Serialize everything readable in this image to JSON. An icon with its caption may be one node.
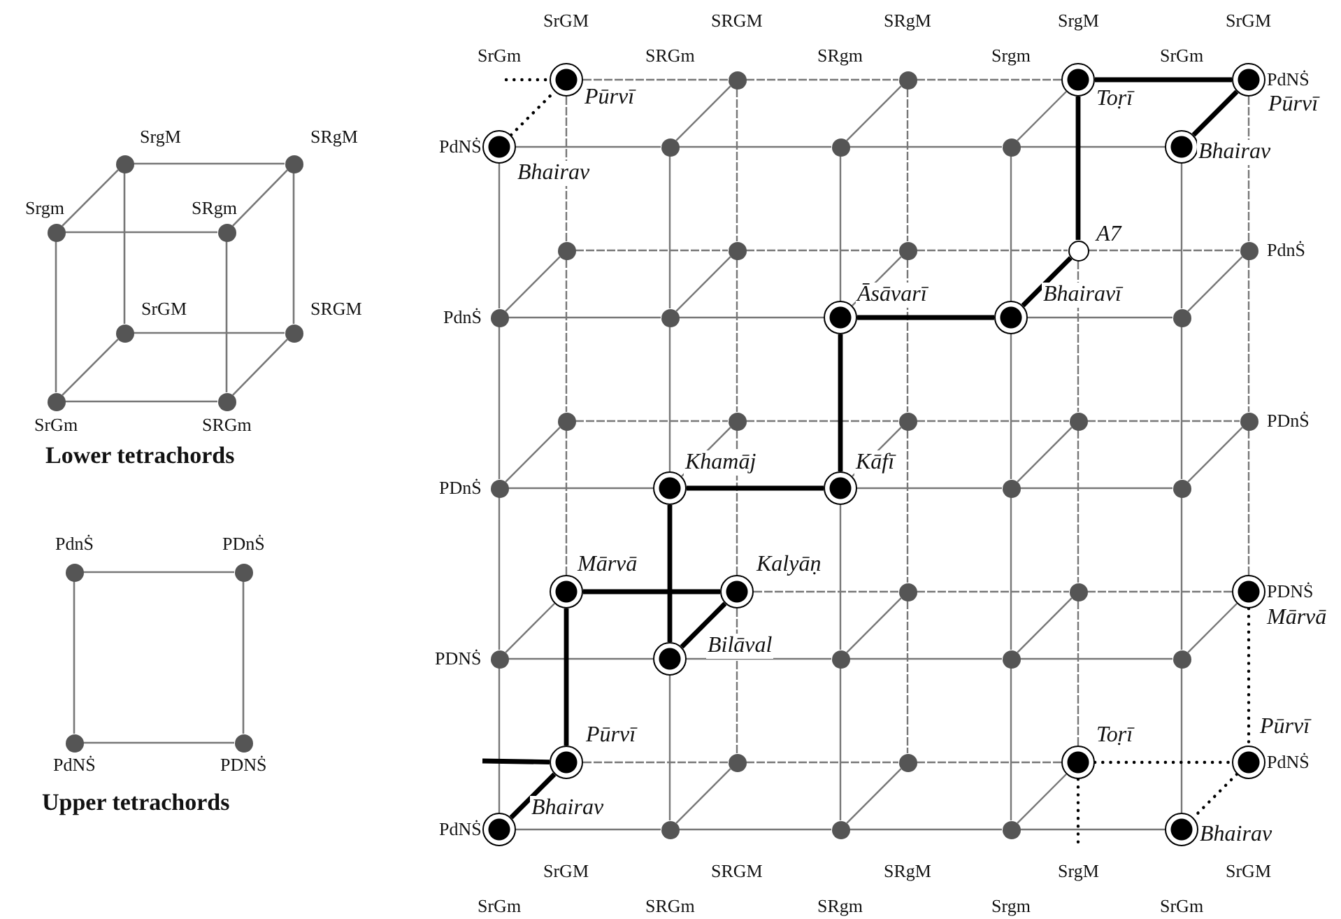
{
  "diagram": {
    "nodes": [
      {
        "text": [],
        "shape": "dot",
        "beside": [
          "SrgM"
        ]
      },
      {
        "text": [],
        "shape": "dot",
        "beside": [
          "SRgM"
        ]
      },
      {
        "text": [],
        "shape": "dot",
        "beside": [
          "Srgm"
        ]
      },
      {
        "text": [],
        "shape": "dot",
        "beside": [
          "SRgm"
        ]
      },
      {
        "text": [],
        "shape": "dot",
        "beside": [
          "SrGM"
        ]
      },
      {
        "text": [],
        "shape": "dot",
        "beside": [
          "SRGM"
        ]
      },
      {
        "text": [],
        "shape": "dot",
        "beside": [
          "SrGm"
        ]
      },
      {
        "text": [],
        "shape": "dot",
        "beside": [
          "SRGm"
        ]
      },
      {
        "text": [],
        "shape": "dot",
        "beside": [
          "PdnṠ"
        ]
      },
      {
        "text": [],
        "shape": "dot",
        "beside": [
          "PDnṠ"
        ]
      },
      {
        "text": [],
        "shape": "dot",
        "beside": [
          "PdNṠ"
        ]
      },
      {
        "text": [],
        "shape": "dot",
        "beside": [
          "PDNṠ"
        ]
      },
      {
        "text": [],
        "shape": "target",
        "beside": [
          "Pūrvī"
        ]
      },
      {
        "text": [],
        "shape": "dot"
      },
      {
        "text": [],
        "shape": "dot"
      },
      {
        "text": [],
        "shape": "target",
        "beside": [
          "Toṛī"
        ]
      },
      {
        "text": [],
        "shape": "target",
        "beside": [
          "Pūrvī"
        ]
      },
      {
        "text": [],
        "shape": "target",
        "beside": [
          "Bhairav"
        ]
      },
      {
        "text": [],
        "shape": "dot"
      },
      {
        "text": [],
        "shape": "dot"
      },
      {
        "text": [],
        "shape": "dot"
      },
      {
        "text": [],
        "shape": "target",
        "beside": [
          "Bhairav"
        ]
      },
      {
        "text": [],
        "shape": "dot"
      },
      {
        "text": [],
        "shape": "dot"
      },
      {
        "text": [],
        "shape": "dot"
      },
      {
        "text": [],
        "shape": "circle",
        "beside": [
          "A7"
        ]
      },
      {
        "text": [],
        "shape": "dot"
      },
      {
        "text": [],
        "shape": "dot"
      },
      {
        "text": [],
        "shape": "dot"
      },
      {
        "text": [],
        "shape": "target",
        "beside": [
          "Āsāvarī"
        ]
      },
      {
        "text": [],
        "shape": "target",
        "beside": [
          "Bhairavī"
        ]
      },
      {
        "text": [],
        "shape": "dot"
      },
      {
        "text": [],
        "shape": "dot"
      },
      {
        "text": [],
        "shape": "dot"
      },
      {
        "text": [],
        "shape": "dot"
      },
      {
        "text": [],
        "shape": "dot"
      },
      {
        "text": [],
        "shape": "dot"
      },
      {
        "text": [],
        "shape": "dot"
      },
      {
        "text": [],
        "shape": "target",
        "beside": [
          "Khamāj"
        ]
      },
      {
        "text": [],
        "shape": "target",
        "beside": [
          "Kāfī"
        ]
      },
      {
        "text": [],
        "shape": "dot"
      },
      {
        "text": [],
        "shape": "dot"
      },
      {
        "text": [],
        "shape": "target",
        "beside": [
          "Mārvā"
        ]
      },
      {
        "text": [],
        "shape": "target",
        "beside": [
          "Kalyāṇ"
        ]
      },
      {
        "text": [],
        "shape": "dot"
      },
      {
        "text": [],
        "shape": "dot"
      },
      {
        "text": [],
        "shape": "target",
        "beside": [
          "Mārvā"
        ]
      },
      {
        "text": [],
        "shape": "dot"
      },
      {
        "text": [],
        "shape": "target",
        "beside": [
          "Bilāval"
        ]
      },
      {
        "text": [],
        "shape": "dot"
      },
      {
        "text": [],
        "shape": "dot"
      },
      {
        "text": [],
        "shape": "dot"
      },
      {
        "text": [],
        "shape": "target",
        "beside": [
          "Pūrvī"
        ]
      },
      {
        "text": [],
        "shape": "dot"
      },
      {
        "text": [],
        "shape": "dot"
      },
      {
        "text": [],
        "shape": "target",
        "beside": [
          "Toṛī"
        ]
      },
      {
        "text": [],
        "shape": "target",
        "beside": [
          "Pūrvī"
        ]
      },
      {
        "text": [],
        "shape": "target",
        "beside": [
          "Bhairav"
        ]
      },
      {
        "text": [],
        "shape": "dot"
      },
      {
        "text": [],
        "shape": "dot"
      },
      {
        "text": [],
        "shape": "dot"
      },
      {
        "text": [],
        "shape": "target",
        "beside": [
          "Bhairav"
        ]
      }
    ],
    "edges": [
      {
        "from": 0,
        "to": 1,
        "arrow": "none"
      },
      {
        "from": 2,
        "to": 3,
        "arrow": "none"
      },
      {
        "from": 0,
        "to": 2,
        "arrow": "none"
      },
      {
        "from": 1,
        "to": 3,
        "arrow": "none"
      },
      {
        "from": 0,
        "to": 4,
        "arrow": "none"
      },
      {
        "from": 1,
        "to": 5,
        "arrow": "none"
      },
      {
        "from": 2,
        "to": 6,
        "arrow": "none"
      },
      {
        "from": 3,
        "to": 7,
        "arrow": "none"
      },
      {
        "from": 4,
        "to": 5,
        "arrow": "none"
      },
      {
        "from": 6,
        "to": 7,
        "arrow": "none"
      },
      {
        "from": 4,
        "to": 6,
        "arrow": "none"
      },
      {
        "from": 5,
        "to": 7,
        "arrow": "none"
      },
      {
        "from": 8,
        "to": 9,
        "arrow": "none"
      },
      {
        "from": 8,
        "to": 10,
        "arrow": "none"
      },
      {
        "from": 9,
        "to": 11,
        "arrow": "none"
      },
      {
        "from": 10,
        "to": 11,
        "arrow": "none"
      },
      {
        "from": 12,
        "to": 13,
        "arrow": "none",
        "style": "dashed"
      },
      {
        "from": 13,
        "to": 14,
        "arrow": "none",
        "style": "dashed"
      },
      {
        "from": 14,
        "to": 15,
        "arrow": "none",
        "style": "dashed"
      },
      {
        "from": 17,
        "to": 18,
        "arrow": "none"
      },
      {
        "from": 18,
        "to": 19,
        "arrow": "none"
      },
      {
        "from": 19,
        "to": 20,
        "arrow": "none"
      },
      {
        "from": 20,
        "to": 21,
        "arrow": "none"
      },
      {
        "from": 18,
        "to": 13,
        "arrow": "none"
      },
      {
        "from": 19,
        "to": 14,
        "arrow": "none"
      },
      {
        "from": 20,
        "to": 15,
        "arrow": "none"
      },
      {
        "from": 12,
        "to": 22,
        "arrow": "none",
        "style": "dashed"
      },
      {
        "from": 13,
        "to": 23,
        "arrow": "none",
        "style": "dashed"
      },
      {
        "from": 14,
        "to": 24,
        "arrow": "none",
        "style": "dashed"
      },
      {
        "from": 16,
        "to": 26,
        "arrow": "none",
        "style": "dashed"
      },
      {
        "from": 17,
        "to": 27,
        "arrow": "none"
      },
      {
        "from": 18,
        "to": 28,
        "arrow": "none"
      },
      {
        "from": 19,
        "to": 29,
        "arrow": "none"
      },
      {
        "from": 20,
        "to": 30,
        "arrow": "none"
      },
      {
        "from": 21,
        "to": 31,
        "arrow": "none"
      },
      {
        "from": 22,
        "to": 23,
        "arrow": "none",
        "style": "dashed"
      },
      {
        "from": 23,
        "to": 24,
        "arrow": "none",
        "style": "dashed"
      },
      {
        "from": 24,
        "to": 25,
        "arrow": "none",
        "style": "dashed"
      },
      {
        "from": 25,
        "to": 26,
        "arrow": "none",
        "style": "dashed"
      },
      {
        "from": 27,
        "to": 28,
        "arrow": "none"
      },
      {
        "from": 28,
        "to": 29,
        "arrow": "none"
      },
      {
        "from": 30,
        "to": 31,
        "arrow": "none"
      },
      {
        "from": 27,
        "to": 22,
        "arrow": "none"
      },
      {
        "from": 28,
        "to": 23,
        "arrow": "none"
      },
      {
        "from": 29,
        "to": 24,
        "arrow": "none"
      },
      {
        "from": 31,
        "to": 26,
        "arrow": "none"
      },
      {
        "from": 22,
        "to": 32,
        "arrow": "none",
        "style": "dashed"
      },
      {
        "from": 23,
        "to": 33,
        "arrow": "none",
        "style": "dashed"
      },
      {
        "from": 24,
        "to": 34,
        "arrow": "none",
        "style": "dashed"
      },
      {
        "from": 25,
        "to": 35,
        "arrow": "none",
        "style": "dashed"
      },
      {
        "from": 26,
        "to": 36,
        "arrow": "none",
        "style": "dashed"
      },
      {
        "from": 27,
        "to": 37,
        "arrow": "none"
      },
      {
        "from": 28,
        "to": 38,
        "arrow": "none"
      },
      {
        "from": 30,
        "to": 40,
        "arrow": "none"
      },
      {
        "from": 31,
        "to": 41,
        "arrow": "none"
      },
      {
        "from": 32,
        "to": 33,
        "arrow": "none",
        "style": "dashed"
      },
      {
        "from": 33,
        "to": 34,
        "arrow": "none",
        "style": "dashed"
      },
      {
        "from": 34,
        "to": 35,
        "arrow": "none",
        "style": "dashed"
      },
      {
        "from": 35,
        "to": 36,
        "arrow": "none",
        "style": "dashed"
      },
      {
        "from": 37,
        "to": 38,
        "arrow": "none"
      },
      {
        "from": 39,
        "to": 40,
        "arrow": "none"
      },
      {
        "from": 40,
        "to": 41,
        "arrow": "none"
      },
      {
        "from": 37,
        "to": 32,
        "arrow": "none"
      },
      {
        "from": 38,
        "to": 33,
        "arrow": "none"
      },
      {
        "from": 39,
        "to": 34,
        "arrow": "none"
      },
      {
        "from": 40,
        "to": 35,
        "arrow": "none"
      },
      {
        "from": 41,
        "to": 36,
        "arrow": "none"
      },
      {
        "from": 32,
        "to": 42,
        "arrow": "none",
        "style": "dashed"
      },
      {
        "from": 33,
        "to": 43,
        "arrow": "none",
        "style": "dashed"
      },
      {
        "from": 34,
        "to": 44,
        "arrow": "none",
        "style": "dashed"
      },
      {
        "from": 35,
        "to": 45,
        "arrow": "none",
        "style": "dashed"
      },
      {
        "from": 36,
        "to": 46,
        "arrow": "none",
        "style": "dashed"
      },
      {
        "from": 37,
        "to": 47,
        "arrow": "none"
      },
      {
        "from": 39,
        "to": 49,
        "arrow": "none"
      },
      {
        "from": 40,
        "to": 50,
        "arrow": "none"
      },
      {
        "from": 41,
        "to": 51,
        "arrow": "none"
      },
      {
        "from": 43,
        "to": 44,
        "arrow": "none",
        "style": "dashed"
      },
      {
        "from": 44,
        "to": 45,
        "arrow": "none",
        "style": "dashed"
      },
      {
        "from": 45,
        "to": 46,
        "arrow": "none",
        "style": "dashed"
      },
      {
        "from": 47,
        "to": 48,
        "arrow": "none"
      },
      {
        "from": 48,
        "to": 49,
        "arrow": "none"
      },
      {
        "from": 49,
        "to": 50,
        "arrow": "none"
      },
      {
        "from": 50,
        "to": 51,
        "arrow": "none"
      },
      {
        "from": 47,
        "to": 42,
        "arrow": "none"
      },
      {
        "from": 49,
        "to": 44,
        "arrow": "none"
      },
      {
        "from": 50,
        "to": 45,
        "arrow": "none"
      },
      {
        "from": 51,
        "to": 46,
        "arrow": "none"
      },
      {
        "from": 43,
        "to": 53,
        "arrow": "none",
        "style": "dashed"
      },
      {
        "from": 44,
        "to": 54,
        "arrow": "none",
        "style": "dashed"
      },
      {
        "from": 45,
        "to": 55,
        "arrow": "none",
        "style": "dashed"
      },
      {
        "from": 47,
        "to": 57,
        "arrow": "none"
      },
      {
        "from": 48,
        "to": 58,
        "arrow": "none"
      },
      {
        "from": 49,
        "to": 59,
        "arrow": "none"
      },
      {
        "from": 50,
        "to": 60,
        "arrow": "none"
      },
      {
        "from": 51,
        "to": 61,
        "arrow": "none"
      },
      {
        "from": 52,
        "to": 53,
        "arrow": "none",
        "style": "dashed"
      },
      {
        "from": 53,
        "to": 54,
        "arrow": "none",
        "style": "dashed"
      },
      {
        "from": 54,
        "to": 55,
        "arrow": "none",
        "style": "dashed"
      },
      {
        "from": 57,
        "to": 58,
        "arrow": "none"
      },
      {
        "from": 58,
        "to": 59,
        "arrow": "none"
      },
      {
        "from": 59,
        "to": 60,
        "arrow": "none"
      },
      {
        "from": 60,
        "to": 61,
        "arrow": "none"
      },
      {
        "from": 58,
        "to": 53,
        "arrow": "none"
      },
      {
        "from": 59,
        "to": 54,
        "arrow": "none"
      },
      {
        "from": 60,
        "to": 55,
        "arrow": "none"
      },
      {
        "from": 15,
        "to": 16,
        "arrow": "none",
        "style": "thick",
        "color": "#000000"
      },
      {
        "from": 16,
        "to": 21,
        "arrow": "none",
        "style": "thick",
        "color": "#000000"
      },
      {
        "from": 15,
        "to": 25,
        "arrow": "none",
        "style": "thick",
        "color": "#000000"
      },
      {
        "from": 25,
        "to": 30,
        "arrow": "none",
        "style": "thick",
        "color": "#000000"
      },
      {
        "from": 30,
        "to": 29,
        "arrow": "none",
        "style": "thick",
        "color": "#000000"
      },
      {
        "from": 29,
        "to": 39,
        "arrow": "none",
        "style": "thick",
        "color": "#000000"
      },
      {
        "from": 39,
        "to": 38,
        "arrow": "none",
        "style": "thick",
        "color": "#000000"
      },
      {
        "from": 38,
        "to": 48,
        "arrow": "none",
        "style": "thick",
        "color": "#000000"
      },
      {
        "from": 48,
        "to": 43,
        "arrow": "none",
        "style": "thick",
        "color": "#000000"
      },
      {
        "from": 43,
        "to": 42,
        "arrow": "none",
        "style": "thick",
        "color": "#000000"
      },
      {
        "from": 42,
        "to": 52,
        "arrow": "none",
        "style": "thick",
        "color": "#000000"
      },
      {
        "from": 52,
        "to": 57,
        "arrow": "none",
        "style": "thick",
        "color": "#000000"
      },
      {
        "from": null,
        "to": 52,
        "arrow": "none",
        "style": "thick",
        "color": "#000000"
      },
      {
        "from": null,
        "to": 12,
        "arrow": "none",
        "style": "dashed",
        "color": "#000000"
      },
      {
        "from": 17,
        "to": 12,
        "arrow": "none",
        "style": "dashed",
        "color": "#000000"
      },
      {
        "from": 55,
        "to": 56,
        "arrow": "none",
        "style": "dashed",
        "color": "#000000"
      },
      {
        "from": 55,
        "to": null,
        "arrow": "none",
        "style": "dashed",
        "color": "#000000"
      },
      {
        "from": 46,
        "to": 56,
        "arrow": "none",
        "style": "dashed",
        "color": "#000000"
      },
      {
        "from": 56,
        "to": 61,
        "arrow": "none",
        "style": "dashed",
        "color": "#000000"
      }
    ],
    "labels": [
      "Lower tetrachords",
      "Upper tetrachords",
      "SrGM",
      "SRGM",
      "SRgM",
      "SrgM",
      "SrGM",
      "SrGm",
      "SRGm",
      "SRgm",
      "Srgm",
      "SrGm",
      "PdNṠ",
      "PdNṠ",
      "PdnṠ",
      "PdnṠ",
      "PDnṠ",
      "PDnṠ",
      "PDNṠ",
      "PDNṠ",
      "PdNṠ",
      "PdNṠ",
      "SrGM",
      "SRGM",
      "SRgM",
      "SrgM",
      "SrGM",
      "SrGm",
      "SRGm",
      "SRgm",
      "Srgm",
      "SrGm"
    ]
  }
}
